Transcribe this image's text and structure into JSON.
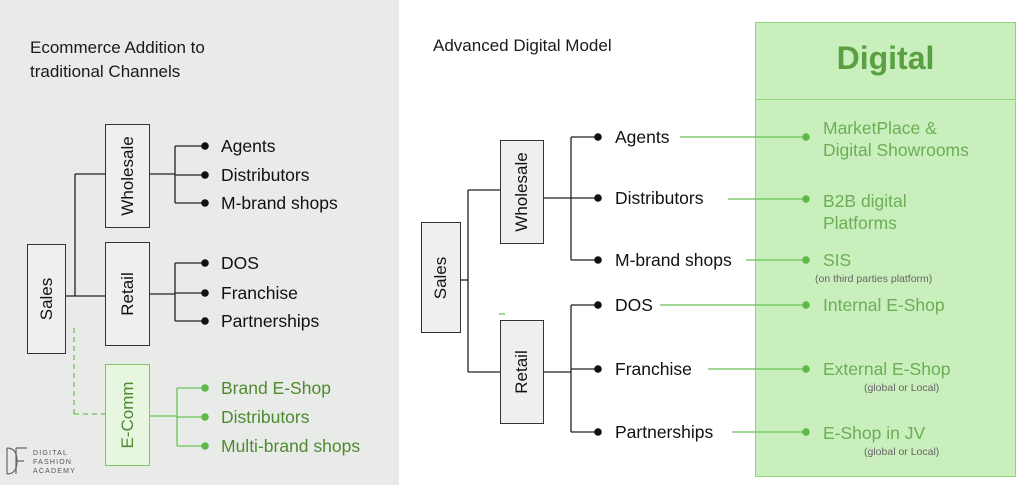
{
  "left": {
    "title_line1": "Ecommerce Addition to",
    "title_line2": "traditional Channels",
    "sales": "Sales",
    "wholesale": "Wholesale",
    "retail": "Retail",
    "ecomm": "E-Comm",
    "wholesale_items": [
      "Agents",
      "Distributors",
      "M-brand shops"
    ],
    "retail_items": [
      "DOS",
      "Franchise",
      "Partnerships"
    ],
    "ecomm_items": [
      "Brand E-Shop",
      "Distributors",
      "Multi-brand shops"
    ]
  },
  "right": {
    "title": "Advanced Digital Model",
    "sales": "Sales",
    "wholesale": "Wholesale",
    "retail": "Retail",
    "channels": [
      "Agents",
      "Distributors",
      "M-brand shops",
      "DOS",
      "Franchise",
      "Partnerships"
    ]
  },
  "digital": {
    "title": "Digital",
    "items": [
      {
        "line1": "MarketPlace &",
        "line2": "Digital Showrooms",
        "note": ""
      },
      {
        "line1": "B2B digital",
        "line2": "Platforms",
        "note": ""
      },
      {
        "line1": "SIS",
        "line2": "",
        "note": "(on third parties platform)"
      },
      {
        "line1": "Internal E-Shop",
        "line2": "",
        "note": ""
      },
      {
        "line1": "External E-Shop",
        "line2": "",
        "note": "(global or Local)"
      },
      {
        "line1": "E-Shop in JV",
        "line2": "",
        "note": "(global or Local)"
      }
    ]
  },
  "logo": {
    "line1": "DIGITAL",
    "line2": "FASHION",
    "line3": "ACADEMY"
  }
}
